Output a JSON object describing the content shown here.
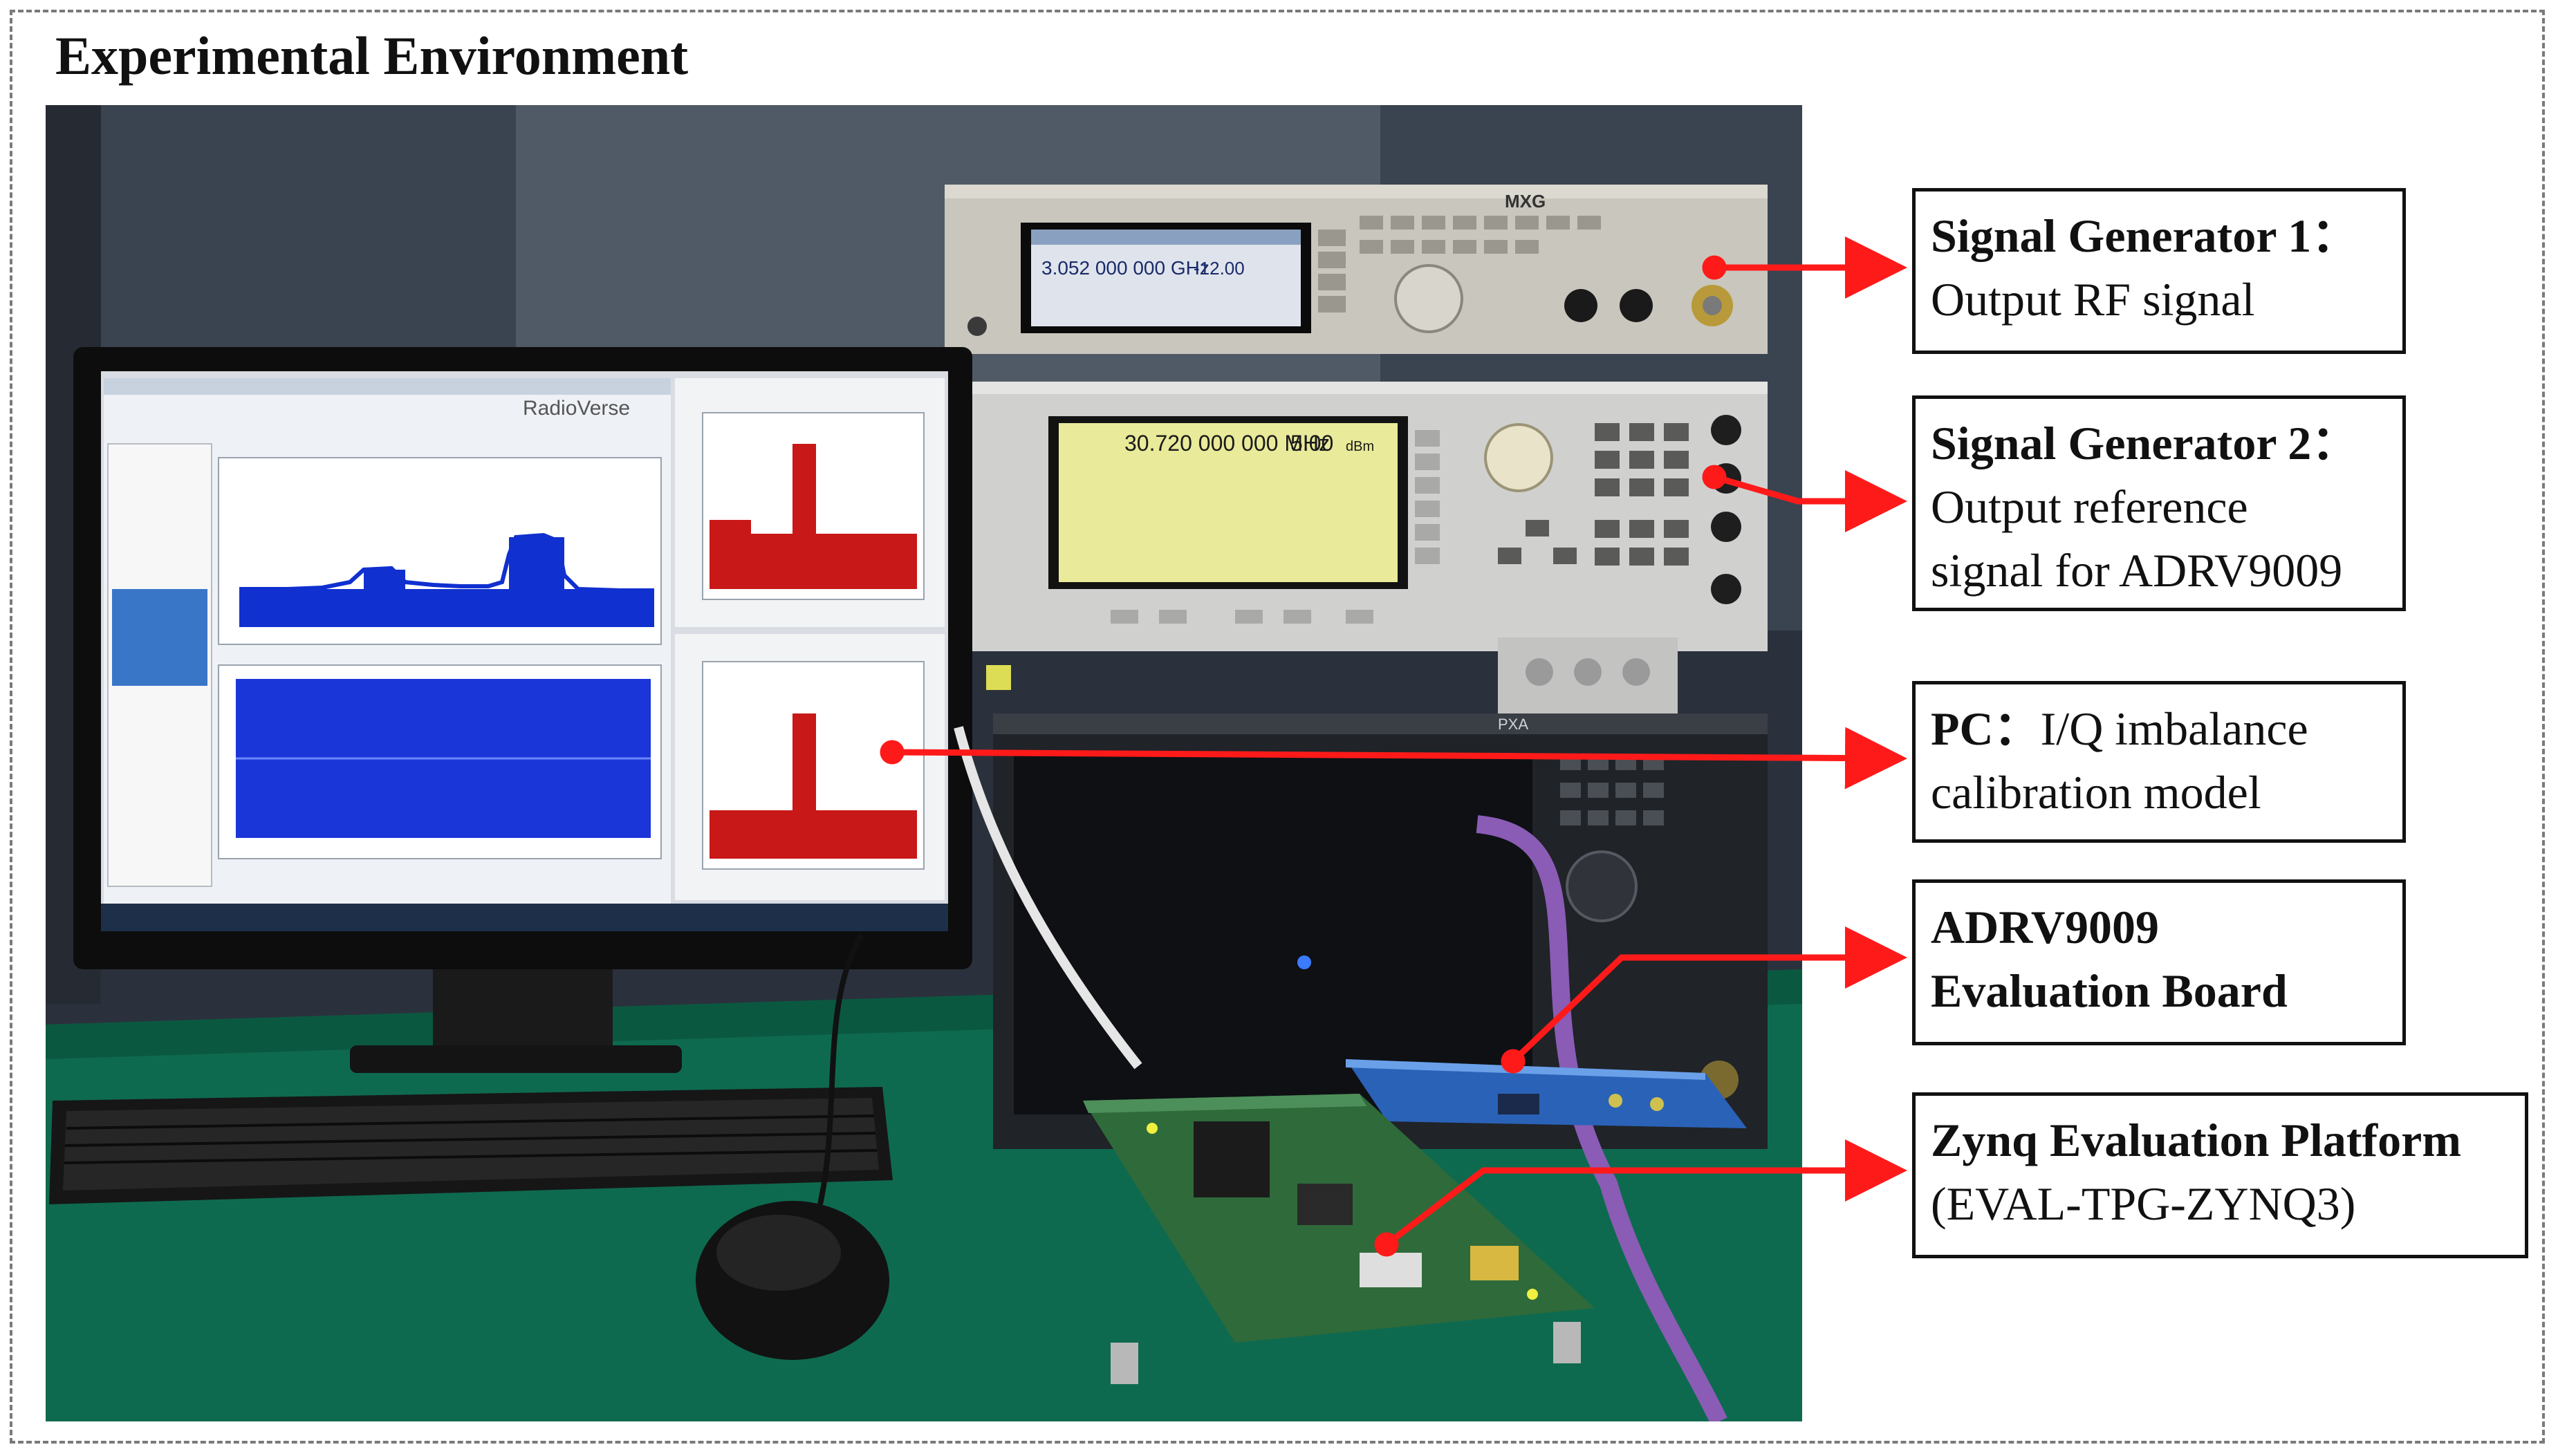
{
  "title": "Experimental Environment",
  "labels": {
    "sg1": {
      "title": "Signal Generator 1：",
      "line2": "Output RF signal"
    },
    "sg2": {
      "title": "Signal Generator 2：",
      "line2": "Output reference",
      "line3": "signal for ADRV9009"
    },
    "pc": {
      "title": "PC：",
      "title_rest": "I/Q imbalance",
      "line2": "calibration model"
    },
    "board": {
      "title": "ADRV9009",
      "line2": "Evaluation Board"
    },
    "zynq": {
      "title": "Zynq Evaluation Platform",
      "line2": "(EVAL-TPG-ZYNQ3)"
    }
  },
  "photo": {
    "software_brand": "RadioVerse",
    "sg1": {
      "brand_label": "MXG",
      "frequency": "3.052 000 000 GHz",
      "power": "-12.00"
    },
    "sg2": {
      "frequency": "30.720 000 000 MHz",
      "amplitude": "5.00",
      "amplitude_unit": "dBm"
    },
    "analyzer_label": "PXA"
  },
  "colors": {
    "arrow": "#ff1a1a",
    "spectrum_blue": "#1030d0",
    "spectrum_red": "#c81818",
    "table_green": "#0e6a4f"
  }
}
